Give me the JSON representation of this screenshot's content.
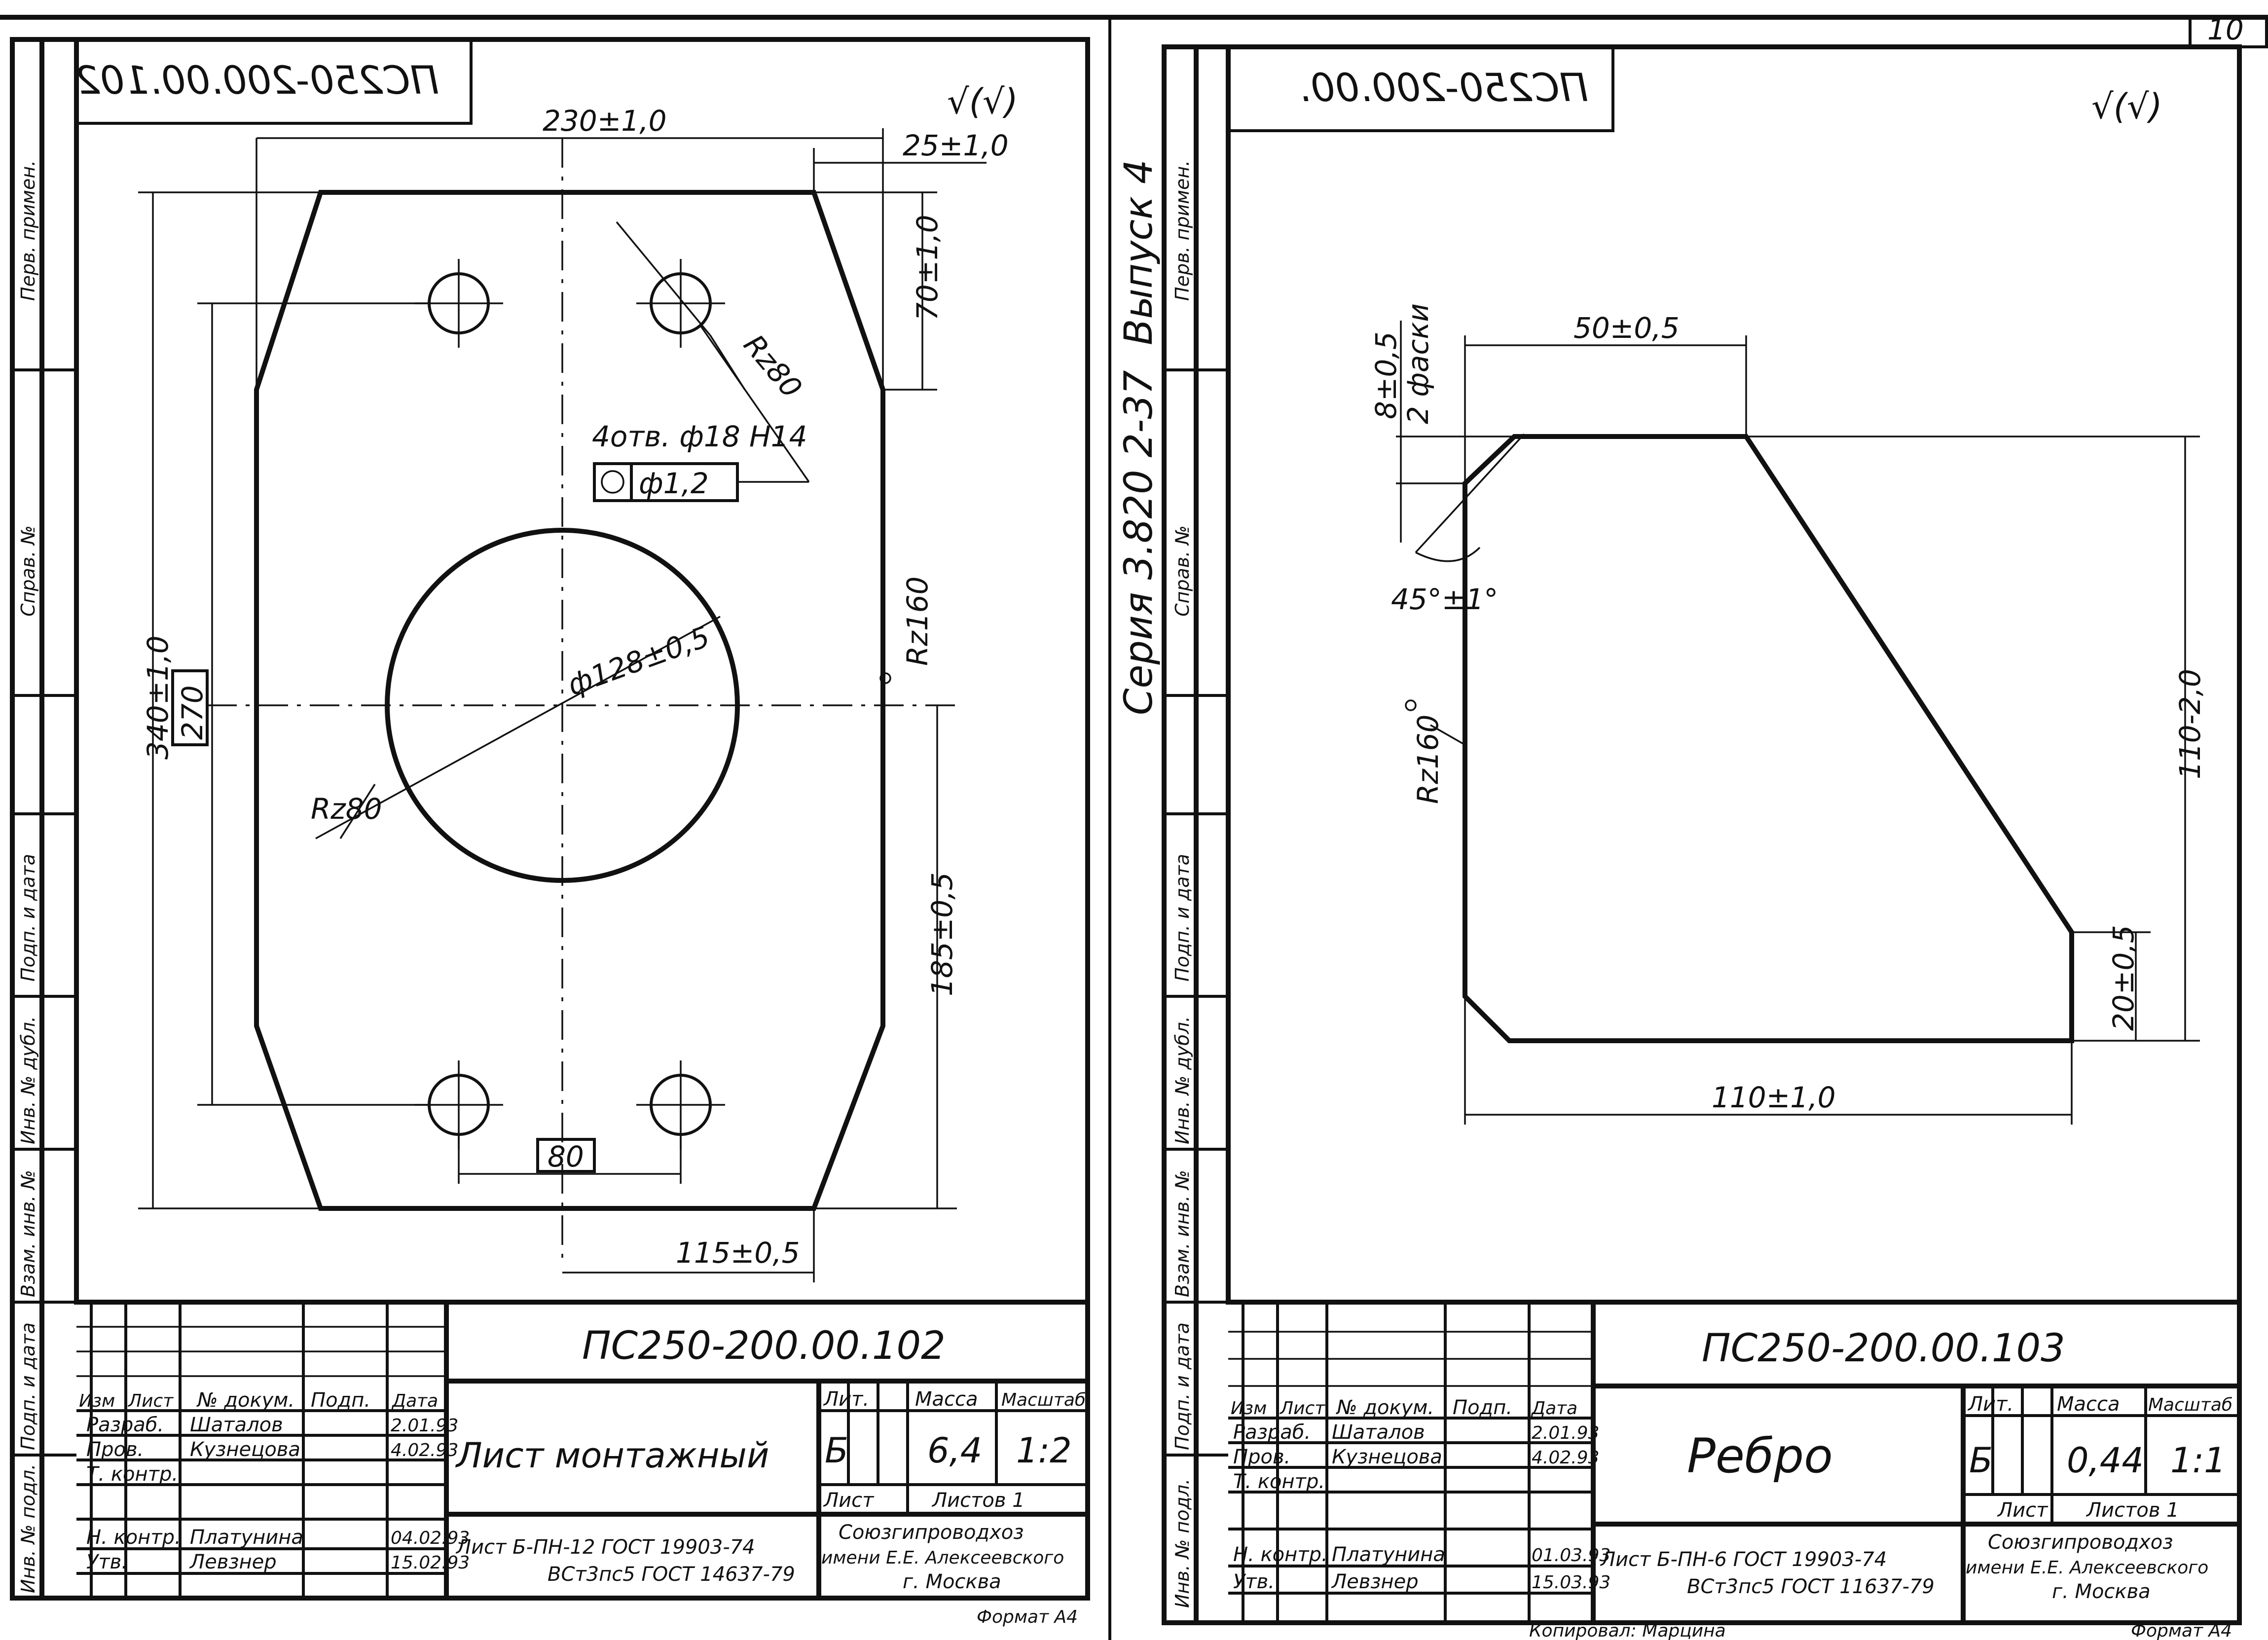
{
  "page": {
    "number": "10",
    "series": "Серия 3.820 2-37",
    "issue": "Выпуск 4",
    "format": "Формат А4",
    "copied_by": "Копировал: Марцина"
  },
  "side_labels": {
    "perv_primen": "Перв. примен.",
    "sprav_no": "Справ. №",
    "podp_data": "Подп. и дата",
    "inv_dubl": "Инв. № дубл.",
    "vzam_inv": "Взам. инв. №",
    "podp_data_2": "Подп. и дата",
    "inv_podl": "Инв. № подл."
  },
  "roughness": "√(√)",
  "titleblock_headers": {
    "izm": "Изм",
    "list": "Лист",
    "doc": "№ докум.",
    "podp": "Подп.",
    "data": "Дата",
    "lit": "Лит.",
    "massa": "Масса",
    "masshtab": "Масштаб",
    "list_label": "Лист",
    "listov": "Листов 1"
  },
  "titleblock_roles": {
    "razrab": "Разраб.",
    "prov": "Пров.",
    "tkontr": "Т. контр.",
    "nkontr": "Н. контр.",
    "utv": "Утв."
  },
  "titleblock_names": {
    "razrab": "Шаталов",
    "prov": "Кузнецова",
    "nkontr": "Платунина",
    "utv": "Левзнер"
  },
  "org": {
    "line1": "Союзгипроводхоз",
    "line2": "имени Е.Е. Алексеевского",
    "line3": "г. Москва"
  },
  "left": {
    "code": "ПС250-200.00.102",
    "code_mirror": "ПС250-200.00.102",
    "title": "Лист монтажный",
    "lit": "Б",
    "mass": "6,4",
    "scale": "1:2",
    "material_1": "Лист  Б-ПН-12 ГОСТ 19903-74",
    "material_2": "ВСт3пс5 ГОСТ 14637-79",
    "dates": [
      "2.01.93",
      "4.02.93",
      "04.02.93",
      "15.02.93"
    ],
    "dims": {
      "w230": "230±1,0",
      "w25": "25±1,0",
      "h70": "70±1,0",
      "rz80a": "Rz80",
      "holes": "4отв. ф18 Н14",
      "pos_tol": "ф1,2",
      "circle": "ф128±0,5",
      "rz160": "Rz160",
      "h340": "340±1,0",
      "h270": "270",
      "rz80b": "Rz80",
      "h185": "185±0,5",
      "w80": "80",
      "w115": "115±0,5"
    }
  },
  "right": {
    "code": "ПС250-200.00.103",
    "code_mirror": "ПС250-200.00.",
    "title": "Ребро",
    "lit": "Б",
    "mass": "0,44",
    "scale": "1:1",
    "material_1": "Лист  Б-ПН-6 ГОСТ 19903-74",
    "material_2": "ВСт3пс5 ГОСТ 11637-79",
    "dates": [
      "2.01.93",
      "4.02.93",
      "01.03.93",
      "15.03.93"
    ],
    "dims": {
      "w50": "50±0,5",
      "ch8": "8±0,5",
      "ch2": "2 фаски",
      "ang45": "45°±1°",
      "rz160": "Rz160",
      "h110": "110-2,0",
      "h20": "20±0,5",
      "w110": "110±1,0"
    }
  }
}
